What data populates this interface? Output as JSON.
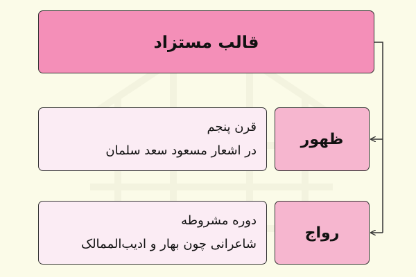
{
  "title": "قالب مستزاد",
  "rows": [
    {
      "label": "ظهور",
      "lines": [
        "قرن پنجم",
        "در اشعار مسعود سعد سلمان"
      ]
    },
    {
      "label": "رواج",
      "lines": [
        "دوره مشروطه",
        "شاعرانی چون بهار و ادیب‌الممالک"
      ]
    }
  ],
  "colors": {
    "background": "#fbfbe8",
    "title_fill": "#f48fb8",
    "label_fill": "#f6b6cf",
    "text_fill": "#fbecf4",
    "outline": "#333333"
  }
}
